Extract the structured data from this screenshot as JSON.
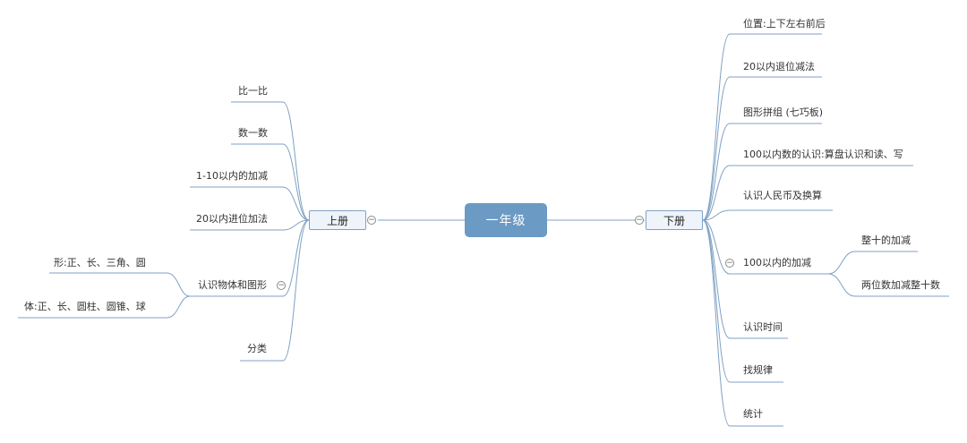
{
  "root": {
    "label": "一年级"
  },
  "left": {
    "label": "上册",
    "topics": [
      {
        "label": "比一比"
      },
      {
        "label": "数一数"
      },
      {
        "label": "1-10以内的加减"
      },
      {
        "label": "20以内进位加法"
      },
      {
        "label": "认识物体和图形",
        "children": [
          {
            "label": "形:正、长、三角、圆"
          },
          {
            "label": "体:正、长、圆柱、圆锥、球"
          }
        ]
      },
      {
        "label": "分类"
      }
    ]
  },
  "right": {
    "label": "下册",
    "topics": [
      {
        "label": "位置:上下左右前后"
      },
      {
        "label": "20以内退位减法"
      },
      {
        "label": "图形拼组 (七巧板)"
      },
      {
        "label": "100以内数的认识:算盘认识和读、写"
      },
      {
        "label": "认识人民币及换算"
      },
      {
        "label": "100以内的加减",
        "children": [
          {
            "label": "整十的加减"
          },
          {
            "label": "两位数加减整十数"
          }
        ]
      },
      {
        "label": "认识时间"
      },
      {
        "label": "找规律"
      },
      {
        "label": "统计"
      }
    ]
  },
  "colors": {
    "line": "#7fa1c4",
    "root_fill": "#6b9ac4"
  },
  "icons": {
    "collapse": "collapse-minus-icon"
  }
}
